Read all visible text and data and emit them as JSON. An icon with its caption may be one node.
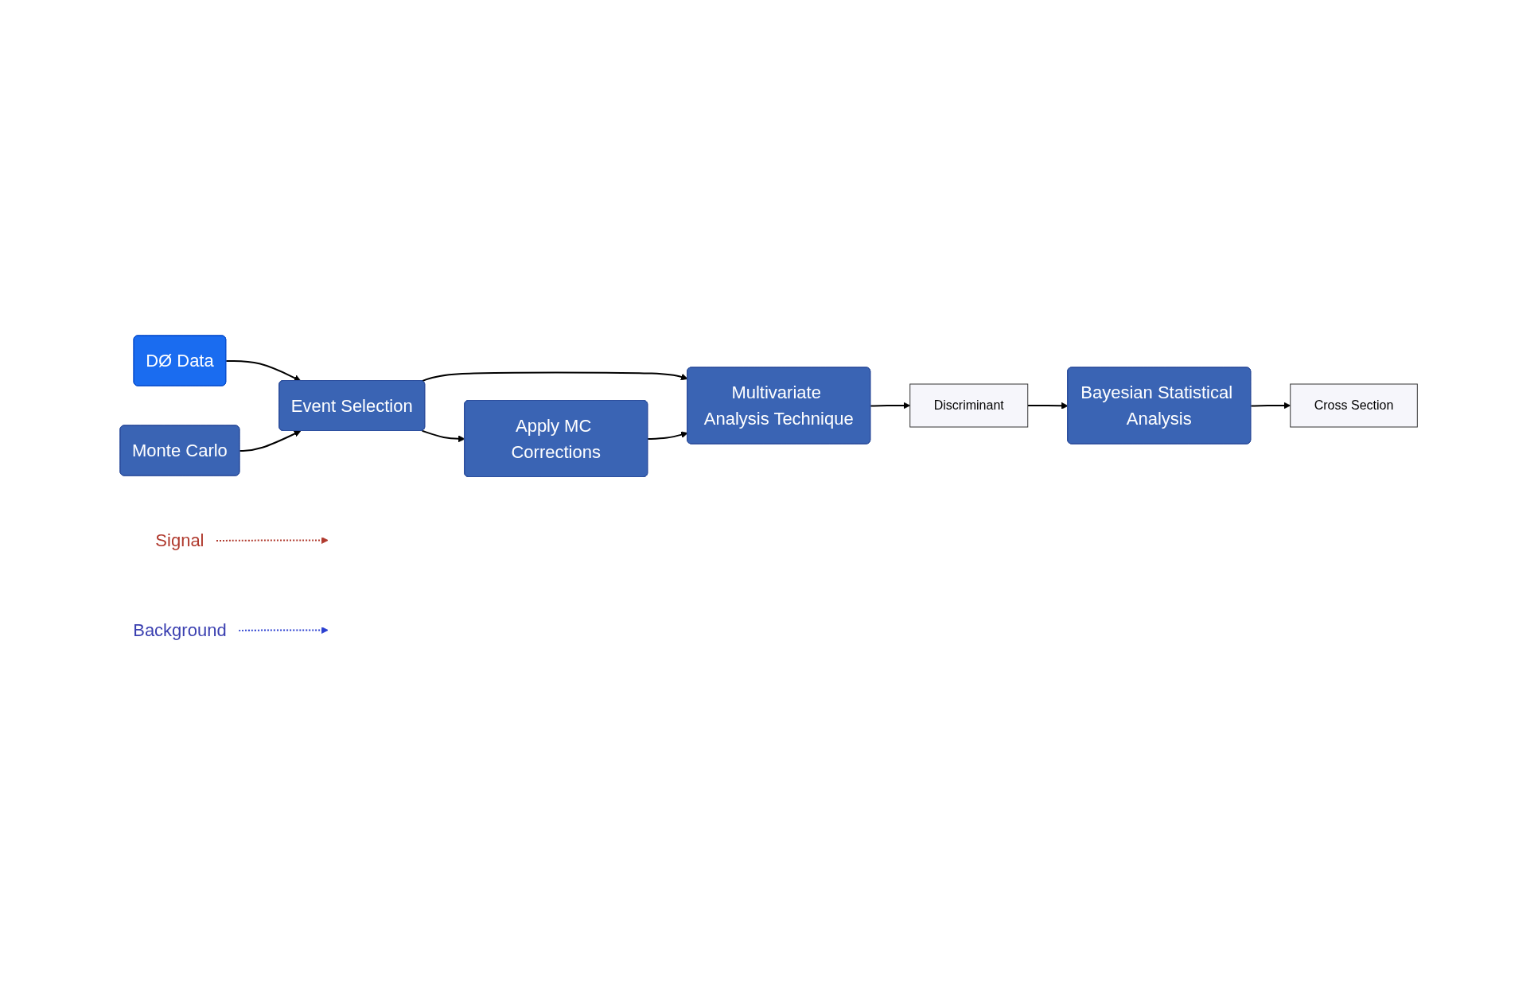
{
  "diagram": {
    "nodes": [
      {
        "text": [
          "DØ Data"
        ]
      },
      {
        "text": [
          "Event Selection"
        ]
      },
      {
        "text": [
          "Monte Carlo"
        ]
      },
      {
        "text": [
          "Apply MC Corrections"
        ]
      },
      {
        "text": [
          "Multivariate Analysis Technique"
        ]
      },
      {
        "text": [
          "Discriminant"
        ]
      },
      {
        "text": [
          "Signal"
        ]
      },
      {
        "text": [
          "Background"
        ]
      },
      {
        "text": [
          "Bayesian Statistical Analysis"
        ]
      },
      {
        "text": [
          "Cross Section"
        ]
      }
    ],
    "edges": [
      {
        "from": 0,
        "to": 1,
        "arrow": "to"
      },
      {
        "from": 2,
        "to": 1,
        "arrow": "to"
      },
      {
        "from": 1,
        "to": 4,
        "arrow": "to"
      },
      {
        "from": 1,
        "to": 3,
        "arrow": "to"
      },
      {
        "from": 3,
        "to": 4,
        "arrow": "to"
      },
      {
        "from": 4,
        "to": 5,
        "arrow": "to"
      },
      {
        "from": 5,
        "to": 8,
        "arrow": "to"
      },
      {
        "from": 8,
        "to": 9,
        "arrow": "to"
      },
      {
        "from": 6,
        "to": null,
        "arrow": "to",
        "style": "dashed",
        "color": "#b03a2e"
      },
      {
        "from": 7,
        "to": null,
        "arrow": "to",
        "style": "dashed",
        "color": "#2a3fd0"
      }
    ]
  }
}
